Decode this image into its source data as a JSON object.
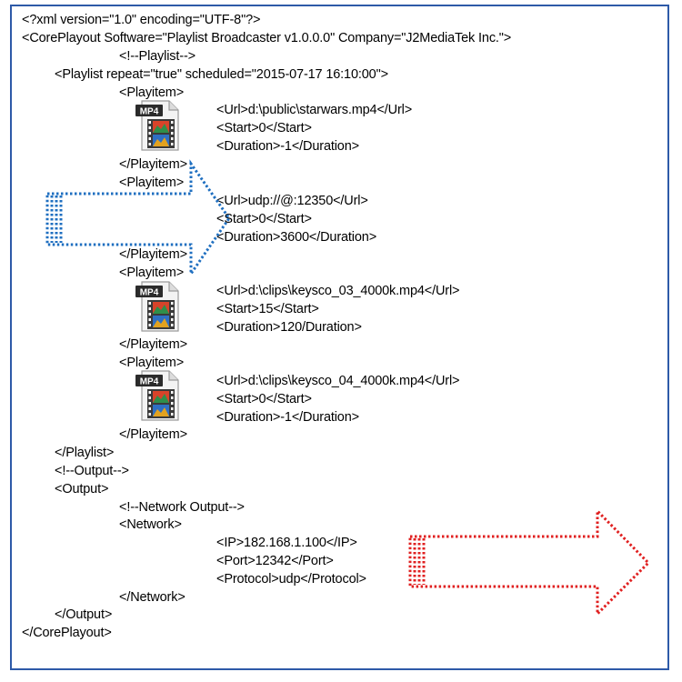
{
  "lines": [
    "<?xml version=\"1.0\" encoding=\"UTF-8\"?>",
    "<CorePlayout Software=\"Playlist Broadcaster v1.0.0.0\" Company=\"J2MediaTek Inc.\">",
    "<!--Playlist-->",
    "<Playlist repeat=\"true\" scheduled=\"2015-07-17 16:10:00\">",
    "<Playitem>",
    "<Url>d:\\public\\starwars.mp4</Url>",
    "<Start>0</Start>",
    "<Duration>-1</Duration>",
    "</Playitem>",
    "<Playitem>",
    "<Url>udp://@:12350</Url>",
    "<Start>0</Start>",
    "<Duration>3600</Duration>",
    "</Playitem>",
    "<Playitem>",
    "<Url>d:\\clips\\keysco_03_4000k.mp4</Url>",
    "<Start>15</Start>",
    "<Duration>120/Duration>",
    "</Playitem>",
    "<Playitem>",
    "<Url>d:\\clips\\keysco_04_4000k.mp4</Url>",
    "<Start>0</Start>",
    "<Duration>-1</Duration>",
    "</Playitem>",
    "</Playlist>",
    "<!--Output-->",
    "<Output>",
    "<!--Network Output-->",
    "<Network>",
    "<IP>182.168.1.100</IP>",
    "<Port>12342</Port>",
    "<Protocol>udp</Protocol>",
    "</Network>",
    "</Output>",
    "</CorePlayout>"
  ],
  "icons": [
    {
      "name": "mp4-file-icon",
      "label": "MP4"
    },
    {
      "name": "mp4-file-icon",
      "label": "MP4"
    },
    {
      "name": "mp4-file-icon",
      "label": "MP4"
    }
  ],
  "colors": {
    "frame": "#2e5aa8",
    "input_arrow": "#1f6fc0",
    "output_arrow": "#e02020",
    "text": "#000000"
  }
}
